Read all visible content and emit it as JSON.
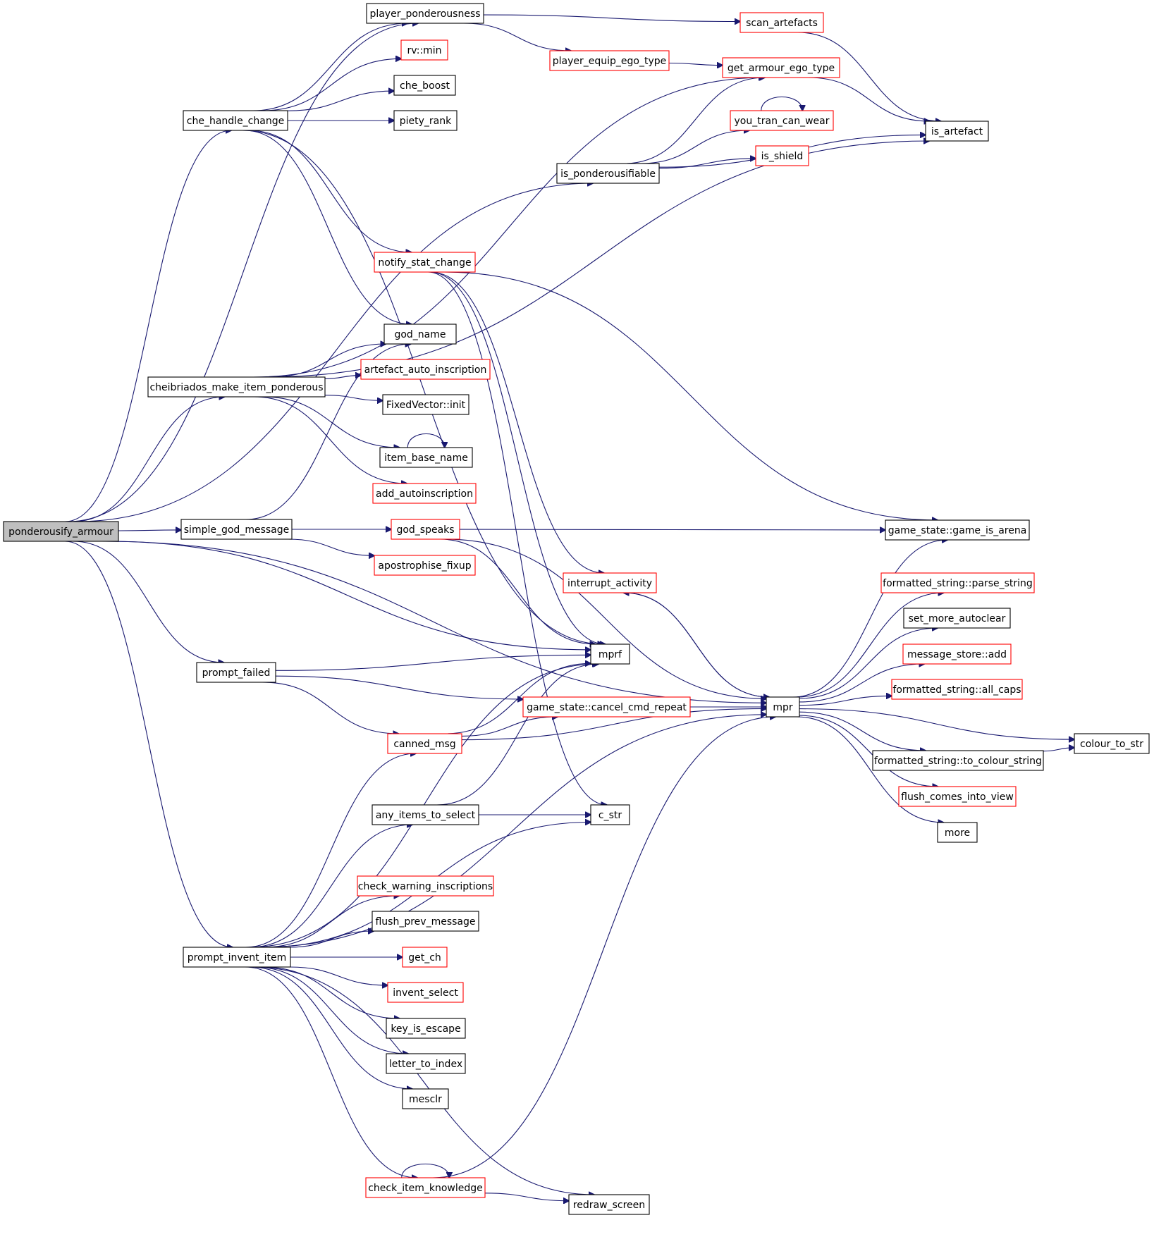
{
  "nodes": [
    {
      "id": "ponderousify_armour",
      "label": "ponderousify_armour",
      "style": "root"
    },
    {
      "id": "player_ponderousness",
      "label": "player_ponderousness",
      "style": "black"
    },
    {
      "id": "scan_artefacts",
      "label": "scan_artefacts",
      "style": "red"
    },
    {
      "id": "rv_min",
      "label": "rv::min",
      "style": "red"
    },
    {
      "id": "player_equip_ego_type",
      "label": "player_equip_ego_type",
      "style": "red"
    },
    {
      "id": "get_armour_ego_type",
      "label": "get_armour_ego_type",
      "style": "red"
    },
    {
      "id": "che_boost",
      "label": "che_boost",
      "style": "black"
    },
    {
      "id": "che_handle_change",
      "label": "che_handle_change",
      "style": "black"
    },
    {
      "id": "piety_rank",
      "label": "piety_rank",
      "style": "black"
    },
    {
      "id": "you_tran_can_wear",
      "label": "you_tran_can_wear",
      "style": "red"
    },
    {
      "id": "is_artefact",
      "label": "is_artefact",
      "style": "black"
    },
    {
      "id": "is_shield",
      "label": "is_shield",
      "style": "red"
    },
    {
      "id": "is_ponderousifiable",
      "label": "is_ponderousifiable",
      "style": "black"
    },
    {
      "id": "notify_stat_change",
      "label": "notify_stat_change",
      "style": "red"
    },
    {
      "id": "god_name",
      "label": "god_name",
      "style": "black"
    },
    {
      "id": "artefact_auto_inscription",
      "label": "artefact_auto_inscription",
      "style": "red"
    },
    {
      "id": "cheibriados_make_item_ponderous",
      "label": "cheibriados_make_item_ponderous",
      "style": "black"
    },
    {
      "id": "fixedvector_init",
      "label": "FixedVector::init",
      "style": "black"
    },
    {
      "id": "item_base_name",
      "label": "item_base_name",
      "style": "black"
    },
    {
      "id": "add_autoinscription",
      "label": "add_autoinscription",
      "style": "red"
    },
    {
      "id": "simple_god_message",
      "label": "simple_god_message",
      "style": "black"
    },
    {
      "id": "god_speaks",
      "label": "god_speaks",
      "style": "red"
    },
    {
      "id": "game_is_arena",
      "label": "game_state::game_is_arena",
      "style": "black"
    },
    {
      "id": "apostrophise_fixup",
      "label": "apostrophise_fixup",
      "style": "red"
    },
    {
      "id": "interrupt_activity",
      "label": "interrupt_activity",
      "style": "red"
    },
    {
      "id": "parse_string",
      "label": "formatted_string::parse_string",
      "style": "red"
    },
    {
      "id": "set_more_autoclear",
      "label": "set_more_autoclear",
      "style": "black"
    },
    {
      "id": "mprf",
      "label": "mprf",
      "style": "black"
    },
    {
      "id": "message_store_add",
      "label": "message_store::add",
      "style": "red"
    },
    {
      "id": "prompt_failed",
      "label": "prompt_failed",
      "style": "black"
    },
    {
      "id": "all_caps",
      "label": "formatted_string::all_caps",
      "style": "red"
    },
    {
      "id": "cancel_cmd_repeat",
      "label": "game_state::cancel_cmd_repeat",
      "style": "red"
    },
    {
      "id": "mpr",
      "label": "mpr",
      "style": "black"
    },
    {
      "id": "canned_msg",
      "label": "canned_msg",
      "style": "red"
    },
    {
      "id": "colour_to_str",
      "label": "colour_to_str",
      "style": "black"
    },
    {
      "id": "to_colour_string",
      "label": "formatted_string::to_colour_string",
      "style": "black"
    },
    {
      "id": "flush_comes_into_view",
      "label": "flush_comes_into_view",
      "style": "red"
    },
    {
      "id": "any_items_to_select",
      "label": "any_items_to_select",
      "style": "black"
    },
    {
      "id": "c_str",
      "label": "c_str",
      "style": "black"
    },
    {
      "id": "more",
      "label": "more",
      "style": "black"
    },
    {
      "id": "check_warning_inscriptions",
      "label": "check_warning_inscriptions",
      "style": "red"
    },
    {
      "id": "flush_prev_message",
      "label": "flush_prev_message",
      "style": "black"
    },
    {
      "id": "prompt_invent_item",
      "label": "prompt_invent_item",
      "style": "black"
    },
    {
      "id": "get_ch",
      "label": "get_ch",
      "style": "red"
    },
    {
      "id": "invent_select",
      "label": "invent_select",
      "style": "red"
    },
    {
      "id": "key_is_escape",
      "label": "key_is_escape",
      "style": "black"
    },
    {
      "id": "letter_to_index",
      "label": "letter_to_index",
      "style": "black"
    },
    {
      "id": "mesclr",
      "label": "mesclr",
      "style": "black"
    },
    {
      "id": "check_item_knowledge",
      "label": "check_item_knowledge",
      "style": "red"
    },
    {
      "id": "redraw_screen",
      "label": "redraw_screen",
      "style": "black"
    }
  ],
  "edges": [
    [
      "ponderousify_armour",
      "player_ponderousness"
    ],
    [
      "ponderousify_armour",
      "che_handle_change"
    ],
    [
      "ponderousify_armour",
      "is_ponderousifiable"
    ],
    [
      "ponderousify_armour",
      "cheibriados_make_item_ponderous"
    ],
    [
      "ponderousify_armour",
      "simple_god_message"
    ],
    [
      "ponderousify_armour",
      "mprf"
    ],
    [
      "ponderousify_armour",
      "prompt_failed"
    ],
    [
      "ponderousify_armour",
      "mpr"
    ],
    [
      "ponderousify_armour",
      "prompt_invent_item"
    ],
    [
      "player_ponderousness",
      "scan_artefacts"
    ],
    [
      "player_ponderousness",
      "player_equip_ego_type"
    ],
    [
      "scan_artefacts",
      "is_artefact"
    ],
    [
      "player_equip_ego_type",
      "get_armour_ego_type"
    ],
    [
      "get_armour_ego_type",
      "is_artefact"
    ],
    [
      "che_handle_change",
      "player_ponderousness"
    ],
    [
      "che_handle_change",
      "rv_min"
    ],
    [
      "che_handle_change",
      "che_boost"
    ],
    [
      "che_handle_change",
      "piety_rank"
    ],
    [
      "che_handle_change",
      "notify_stat_change"
    ],
    [
      "che_handle_change",
      "god_name"
    ],
    [
      "che_handle_change",
      "mprf"
    ],
    [
      "is_ponderousifiable",
      "get_armour_ego_type"
    ],
    [
      "is_ponderousifiable",
      "you_tran_can_wear"
    ],
    [
      "is_ponderousifiable",
      "is_shield"
    ],
    [
      "is_ponderousifiable",
      "is_artefact"
    ],
    [
      "you_tran_can_wear",
      "you_tran_can_wear"
    ],
    [
      "notify_stat_change",
      "game_is_arena"
    ],
    [
      "notify_stat_change",
      "interrupt_activity"
    ],
    [
      "notify_stat_change",
      "mprf"
    ],
    [
      "notify_stat_change",
      "c_str"
    ],
    [
      "cheibriados_make_item_ponderous",
      "get_armour_ego_type"
    ],
    [
      "cheibriados_make_item_ponderous",
      "is_artefact"
    ],
    [
      "cheibriados_make_item_ponderous",
      "god_name"
    ],
    [
      "cheibriados_make_item_ponderous",
      "artefact_auto_inscription"
    ],
    [
      "cheibriados_make_item_ponderous",
      "fixedvector_init"
    ],
    [
      "cheibriados_make_item_ponderous",
      "item_base_name"
    ],
    [
      "cheibriados_make_item_ponderous",
      "add_autoinscription"
    ],
    [
      "item_base_name",
      "item_base_name"
    ],
    [
      "simple_god_message",
      "god_name"
    ],
    [
      "simple_god_message",
      "god_speaks"
    ],
    [
      "simple_god_message",
      "apostrophise_fixup"
    ],
    [
      "god_speaks",
      "game_is_arena"
    ],
    [
      "god_speaks",
      "mprf"
    ],
    [
      "god_speaks",
      "mpr"
    ],
    [
      "interrupt_activity",
      "mpr"
    ],
    [
      "prompt_failed",
      "mprf"
    ],
    [
      "prompt_failed",
      "cancel_cmd_repeat"
    ],
    [
      "prompt_failed",
      "canned_msg"
    ],
    [
      "canned_msg",
      "mprf"
    ],
    [
      "canned_msg",
      "cancel_cmd_repeat"
    ],
    [
      "canned_msg",
      "mpr"
    ],
    [
      "cancel_cmd_repeat",
      "mpr"
    ],
    [
      "mpr",
      "game_is_arena"
    ],
    [
      "mpr",
      "interrupt_activity"
    ],
    [
      "mpr",
      "parse_string"
    ],
    [
      "mpr",
      "set_more_autoclear"
    ],
    [
      "mpr",
      "message_store_add"
    ],
    [
      "mpr",
      "all_caps"
    ],
    [
      "mpr",
      "colour_to_str"
    ],
    [
      "mpr",
      "to_colour_string"
    ],
    [
      "mpr",
      "flush_comes_into_view"
    ],
    [
      "mpr",
      "more"
    ],
    [
      "to_colour_string",
      "colour_to_str"
    ],
    [
      "any_items_to_select",
      "c_str"
    ],
    [
      "any_items_to_select",
      "mprf"
    ],
    [
      "prompt_invent_item",
      "mprf"
    ],
    [
      "prompt_invent_item",
      "canned_msg"
    ],
    [
      "prompt_invent_item",
      "any_items_to_select"
    ],
    [
      "prompt_invent_item",
      "mpr"
    ],
    [
      "prompt_invent_item",
      "check_warning_inscriptions"
    ],
    [
      "prompt_invent_item",
      "flush_prev_message"
    ],
    [
      "prompt_invent_item",
      "get_ch"
    ],
    [
      "prompt_invent_item",
      "invent_select"
    ],
    [
      "prompt_invent_item",
      "key_is_escape"
    ],
    [
      "prompt_invent_item",
      "letter_to_index"
    ],
    [
      "prompt_invent_item",
      "mesclr"
    ],
    [
      "prompt_invent_item",
      "check_item_knowledge"
    ],
    [
      "prompt_invent_item",
      "redraw_screen"
    ],
    [
      "prompt_invent_item",
      "c_str"
    ],
    [
      "check_item_knowledge",
      "check_item_knowledge"
    ],
    [
      "check_item_knowledge",
      "mpr"
    ],
    [
      "check_item_knowledge",
      "redraw_screen"
    ]
  ]
}
